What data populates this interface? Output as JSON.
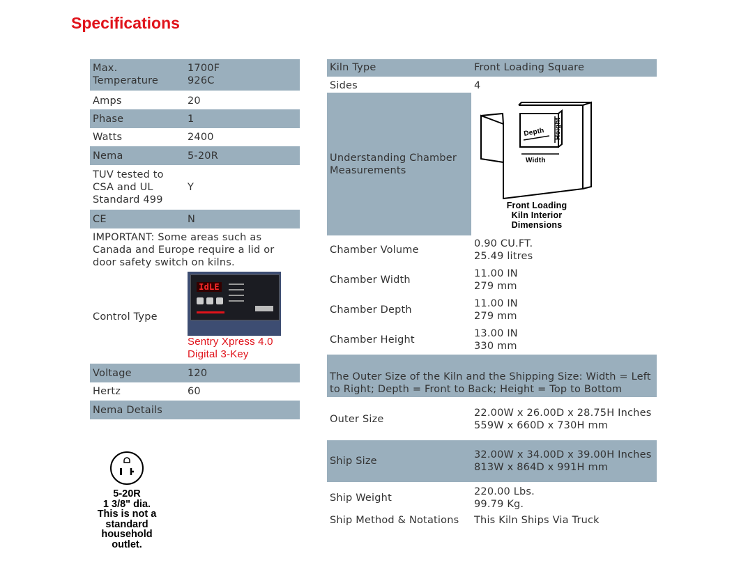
{
  "page": {
    "heading": "Specifications"
  },
  "left": {
    "max_temp": {
      "label": "Max. Temperature",
      "value_f": "1700F",
      "value_c": "926C"
    },
    "amps": {
      "label": "Amps",
      "value": "20"
    },
    "phase": {
      "label": "Phase",
      "value": "1"
    },
    "watts": {
      "label": "Watts",
      "value": "2400"
    },
    "nema": {
      "label": "Nema",
      "value": "5-20R"
    },
    "tuv": {
      "label": "TUV tested to CSA and UL Standard 499",
      "value": "Y"
    },
    "ce": {
      "label": "CE",
      "value": "N"
    },
    "important": "IMPORTANT: Some areas such as Canada and Europe require a lid or door safety switch on kilns.",
    "control_type": {
      "label": "Control Type",
      "display_text": "IdLE",
      "caption_line1": "Sentry Xpress 4.0",
      "caption_line2": "Digital 3-Key"
    },
    "voltage": {
      "label": "Voltage",
      "value": "120"
    },
    "hertz": {
      "label": "Hertz",
      "value": "60"
    },
    "nema_details": {
      "label": "Nema Details"
    },
    "outlet": {
      "line1": "5-20R",
      "line2": "1 3/8\" dia.",
      "line3": "This is not a",
      "line4": "standard",
      "line5": "household",
      "line6": "outlet."
    }
  },
  "right": {
    "kiln_type": {
      "label": "Kiln Type",
      "value": "Front Loading Square"
    },
    "sides": {
      "label": "Sides",
      "value": "4"
    },
    "chamber_measure": {
      "label": "Understanding Chamber Measurements",
      "diagram_depth": "Depth",
      "diagram_height": "Height",
      "diagram_width": "Width",
      "diagram_caption1": "Front Loading",
      "diagram_caption2": "Kiln Interior",
      "diagram_caption3": "Dimensions"
    },
    "volume": {
      "label": "Chamber Volume",
      "v1": "0.90 CU.FT.",
      "v2": "25.49 litres"
    },
    "width": {
      "label": "Chamber Width",
      "v1": "11.00 IN",
      "v2": "279 mm"
    },
    "depth": {
      "label": "Chamber Depth",
      "v1": "11.00 IN",
      "v2": "279 mm"
    },
    "height": {
      "label": "Chamber Height",
      "v1": "13.00 IN",
      "v2": "330 mm"
    },
    "outer_note": "The Outer Size of the Kiln and the Shipping Size: Width = Left to Right; Depth = Front to Back; Height = Top to Bottom",
    "outer_size": {
      "label": "Outer Size",
      "v1": "22.00W x 26.00D x 28.75H Inches",
      "v2": "559W x 660D x 730H mm"
    },
    "ship_size": {
      "label": "Ship Size",
      "v1": "32.00W x 34.00D x 39.00H Inches",
      "v2": "813W x 864D x 991H mm"
    },
    "ship_weight": {
      "label": "Ship Weight",
      "v1": "220.00 Lbs.",
      "v2": "99.79 Kg."
    },
    "ship_method": {
      "label": "Ship Method & Notations",
      "value": "This Kiln Ships Via Truck"
    }
  },
  "colors": {
    "heading_red": "#e0131b",
    "row_shade": "#9aafbd"
  }
}
